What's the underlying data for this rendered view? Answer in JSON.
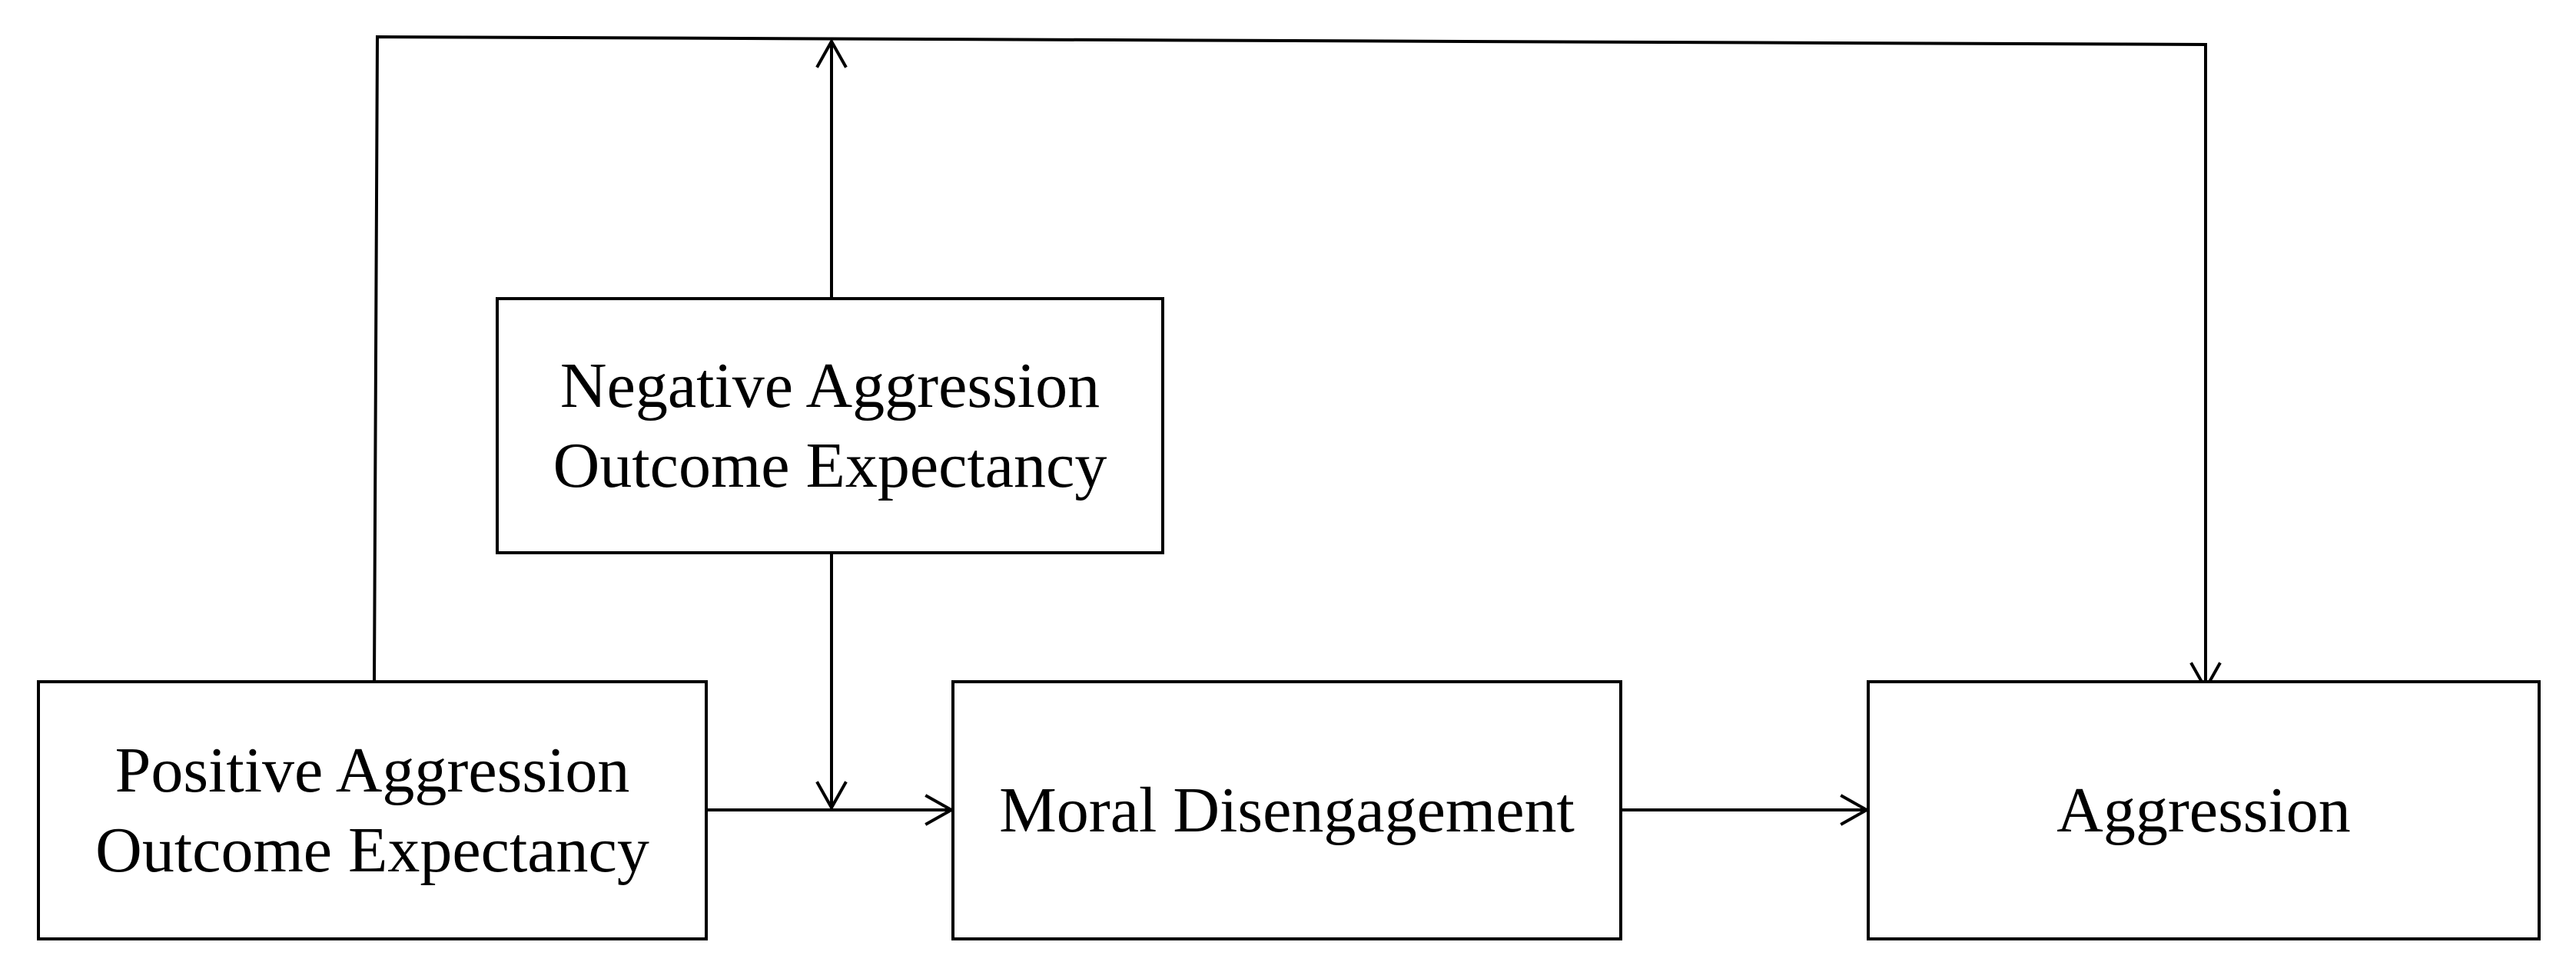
{
  "diagram": {
    "nodes": {
      "negative_expectancy": {
        "line1": "Negative Aggression",
        "line2": "Outcome Expectancy"
      },
      "positive_expectancy": {
        "line1": "Positive Aggression",
        "line2": "Outcome Expectancy"
      },
      "moral_disengagement": {
        "label": "Moral Disengagement"
      },
      "aggression": {
        "label": "Aggression"
      }
    },
    "colors": {
      "stroke": "#000000",
      "background": "#ffffff"
    }
  }
}
